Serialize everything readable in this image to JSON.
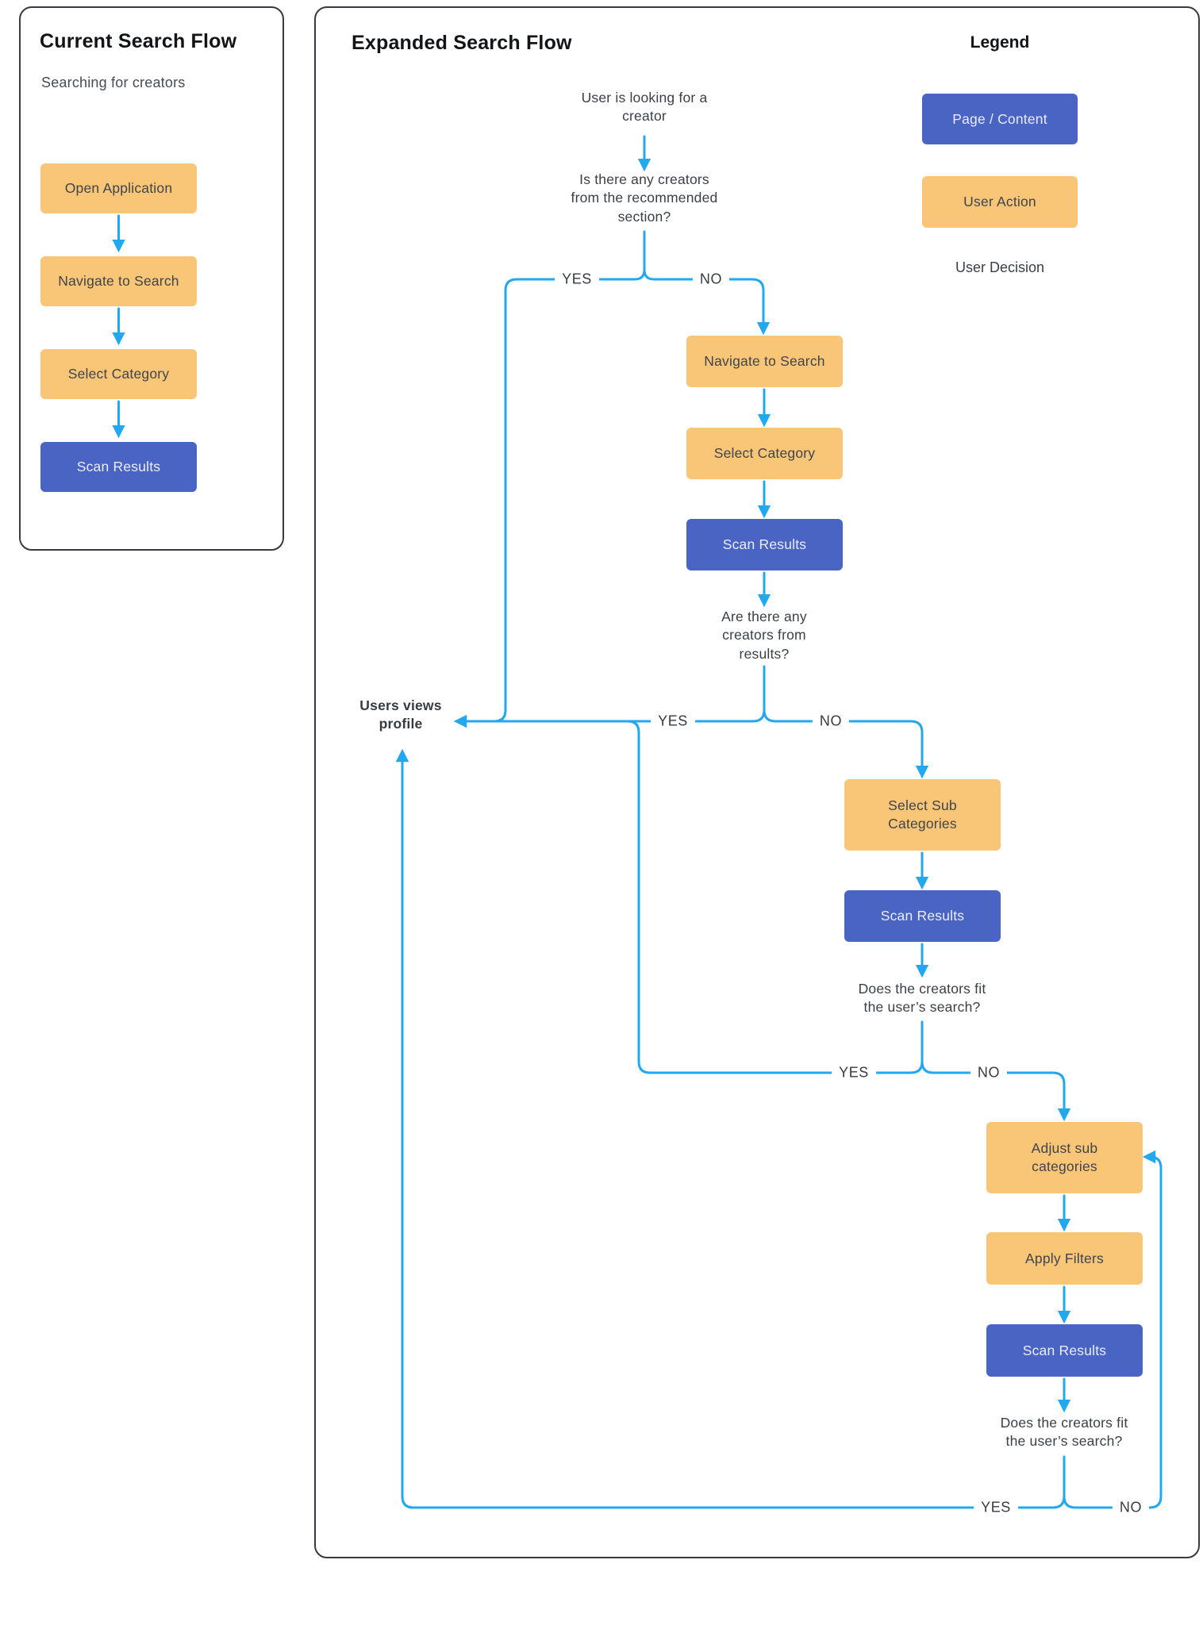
{
  "colors": {
    "user_action_fill": "#F9C678",
    "page_content_fill": "#4A64C4",
    "connector_blue": "#22A8EF",
    "panel_border": "#363A41"
  },
  "left_panel": {
    "title": "Current Search Flow",
    "subtitle": "Searching for creators",
    "steps": [
      "Open Application",
      "Navigate to Search",
      "Select Category",
      "Scan Results"
    ]
  },
  "right_panel": {
    "title": "Expanded Search Flow",
    "start_text": "User is looking for a creator",
    "decision_recommended": "Is there any creators from the recommended section?",
    "decision_results": "Are there any creators from results?",
    "decision_fit_1": "Does the creators fit the user’s search?",
    "decision_fit_2": "Does the creators fit the user’s search?",
    "end_text": "Users views profile",
    "yes": "YES",
    "no": "NO",
    "nodes": {
      "navigate": "Navigate to Search",
      "select_category": "Select Category",
      "scan_results_1": "Scan Results",
      "select_sub": "Select Sub Categories",
      "scan_results_2": "Scan Results",
      "adjust_sub": "Adjust sub categories",
      "apply_filters": "Apply Filters",
      "scan_results_3": "Scan Results"
    }
  },
  "legend": {
    "title": "Legend",
    "page_label": "Page / Content",
    "action_label": "User Action",
    "decision_label": "User Decision"
  }
}
